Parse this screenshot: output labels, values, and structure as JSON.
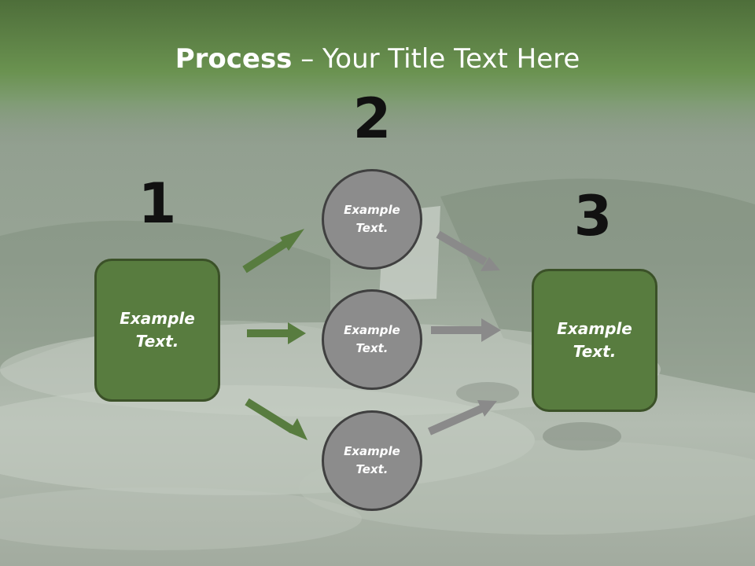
{
  "title": {
    "bold": "Process",
    "rest": " – Your Title Text Here"
  },
  "steps": [
    {
      "number": "1",
      "label": "Example Text."
    },
    {
      "number": "2",
      "label": "Example Text."
    },
    {
      "number": "3",
      "label": "Example Text."
    }
  ],
  "circles": [
    {
      "label": "Example Text."
    },
    {
      "label": "Example Text."
    },
    {
      "label": "Example Text."
    }
  ],
  "colors": {
    "header_green": "#5d8544",
    "box_fill": "#587c3f",
    "circle_fill": "#8c8c8c",
    "green_arrow": "#587c3f",
    "gray_arrow": "#8a8a8a"
  }
}
